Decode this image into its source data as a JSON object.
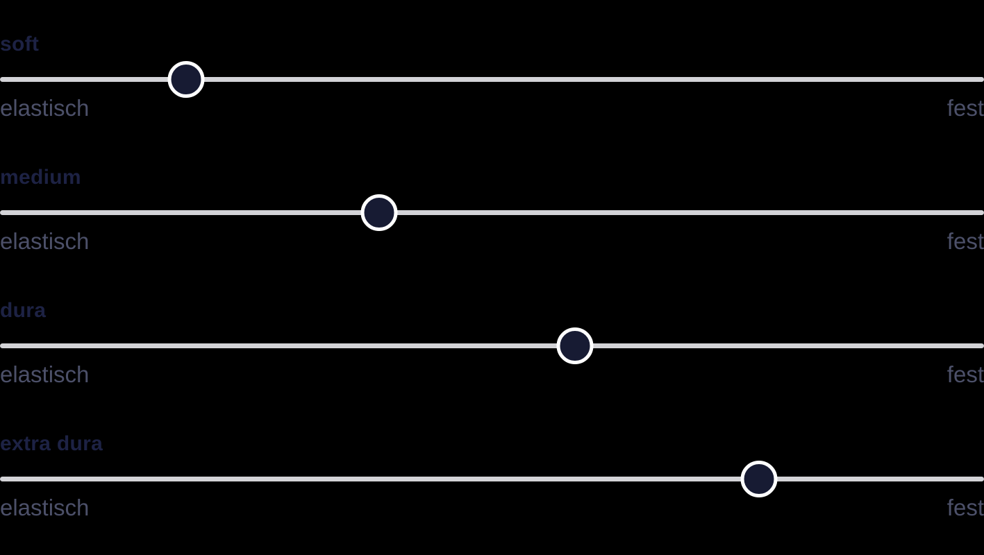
{
  "colors": {
    "background": "#000000",
    "title_text": "#1d2244",
    "extreme_text": "#4c5069",
    "track": "#d3d3d7",
    "knob_fill": "#171b33",
    "knob_ring": "#ffffff"
  },
  "sliders": [
    {
      "name": "soft",
      "left_label": "elastisch",
      "right_label": "fest",
      "value_percent": 18.9
    },
    {
      "name": "medium",
      "left_label": "elastisch",
      "right_label": "fest",
      "value_percent": 38.5
    },
    {
      "name": "dura",
      "left_label": "elastisch",
      "right_label": "fest",
      "value_percent": 58.4
    },
    {
      "name": "extra dura",
      "left_label": "elastisch",
      "right_label": "fest",
      "value_percent": 77.1
    }
  ]
}
